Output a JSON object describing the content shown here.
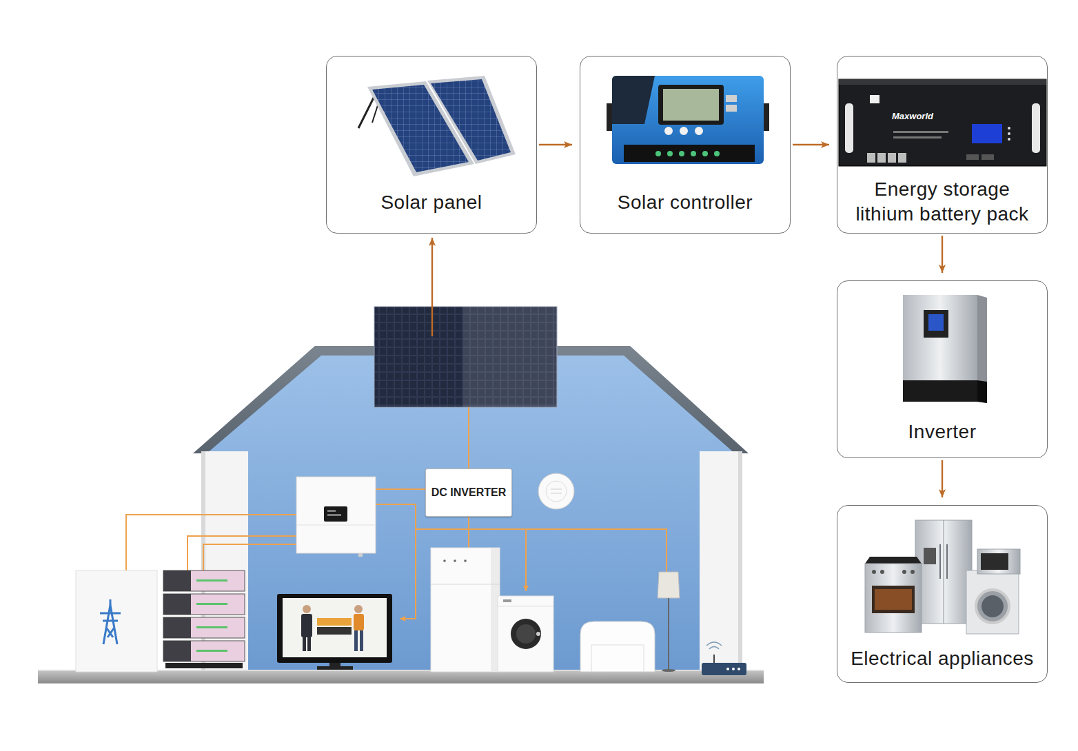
{
  "diagram": {
    "nodes": [
      {
        "text": [
          "Solar panel"
        ]
      },
      {
        "text": [
          "Solar controller"
        ]
      },
      {
        "text": [
          "Energy storage lithium battery pack"
        ]
      },
      {
        "text": [
          "Inverter"
        ]
      },
      {
        "text": [
          "Electrical appliances"
        ]
      },
      {
        "text": [
          "DC INVERTER"
        ]
      }
    ],
    "edges": [
      {
        "from": 0,
        "to": 1,
        "arrow": "to"
      },
      {
        "from": 1,
        "to": 2,
        "arrow": "to"
      },
      {
        "from": 2,
        "to": 3,
        "arrow": "to"
      },
      {
        "from": 3,
        "to": 4,
        "arrow": "to"
      }
    ],
    "labels": [
      "Maxworld"
    ]
  }
}
